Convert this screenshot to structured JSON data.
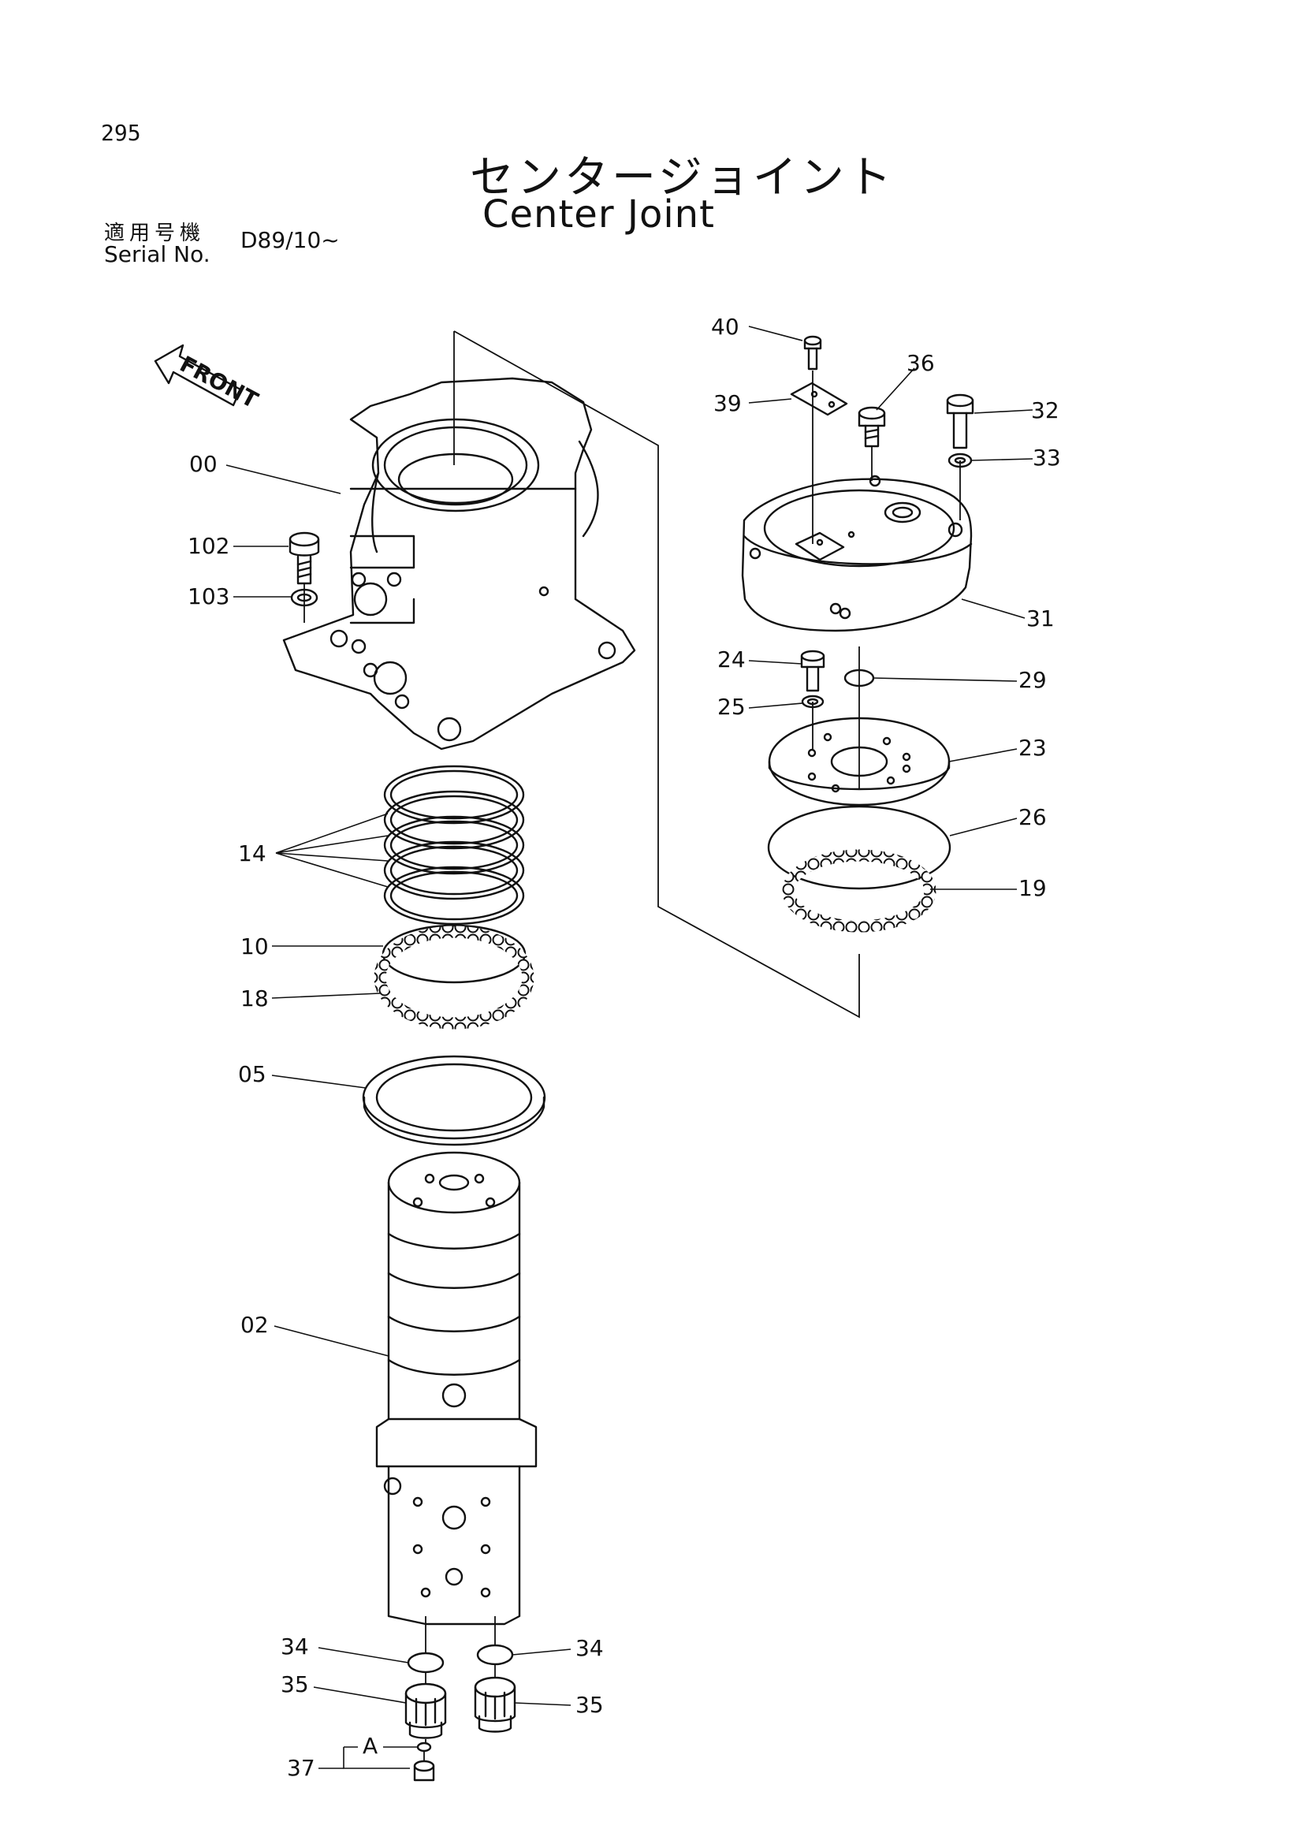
{
  "header": {
    "page_number": "295",
    "title_jp": "センタージョイント",
    "title_en": "Center Joint",
    "serial_label_jp": "適用号機",
    "serial_label_en": "Serial No.",
    "serial_value": "D89/10~"
  },
  "front_label": "FRONT",
  "callouts": {
    "p00": "00",
    "p102": "102",
    "p103": "103",
    "p14": "14",
    "p10": "10",
    "p18": "18",
    "p05": "05",
    "p02": "02",
    "p34a": "34",
    "p34b": "34",
    "p35a": "35",
    "p35b": "35",
    "pA": "A",
    "p37": "37",
    "p40": "40",
    "p36": "36",
    "p39": "39",
    "p32": "32",
    "p33": "33",
    "p31": "31",
    "p24": "24",
    "p29": "29",
    "p25": "25",
    "p23": "23",
    "p26": "26",
    "p19": "19"
  },
  "colors": {
    "ink": "#111111",
    "paper": "#ffffff"
  }
}
